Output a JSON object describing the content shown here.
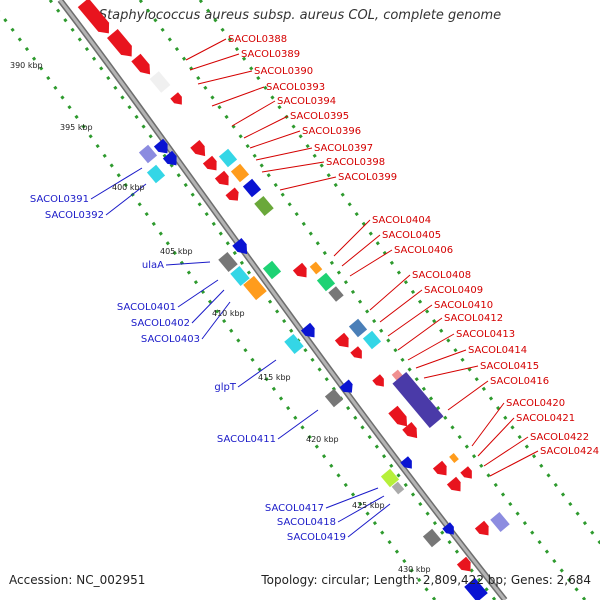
{
  "title": "Staphylococcus aureus subsp. aureus COL, complete genome",
  "footer": {
    "accession": "Accession: NC_002951",
    "topology": "Topology: circular; Length: 2,809,422 bp; Genes: 2,684"
  },
  "colors": {
    "forward_label": "#d40000",
    "reverse_label": "#1a1ac8",
    "backbone": "#8c8c8c",
    "tick_dots": "#2e9a2e"
  },
  "ticks": [
    "390 kbp",
    "395 kbp",
    "400 kbp",
    "405 kbp",
    "410 kbp",
    "415 kbp",
    "420 kbp",
    "425 kbp",
    "430 kbp"
  ],
  "labels_forward": [
    "SACOL0388",
    "SACOL0389",
    "SACOL0390",
    "SACOL0393",
    "SACOL0394",
    "SACOL0395",
    "SACOL0396",
    "SACOL0397",
    "SACOL0398",
    "SACOL0399",
    "SACOL0404",
    "SACOL0405",
    "SACOL0406",
    "SACOL0408",
    "SACOL0409",
    "SACOL0410",
    "SACOL0412",
    "SACOL0413",
    "SACOL0414",
    "SACOL0415",
    "SACOL0416",
    "SACOL0420",
    "SACOL0421",
    "SACOL0422",
    "SACOL0424"
  ],
  "labels_reverse": [
    "SACOL0391",
    "SACOL0392",
    "ulaA",
    "SACOL0401",
    "SACOL0402",
    "SACOL0403",
    "glpT",
    "SACOL0411",
    "SACOL0417",
    "SACOL0418",
    "SACOL0419"
  ]
}
